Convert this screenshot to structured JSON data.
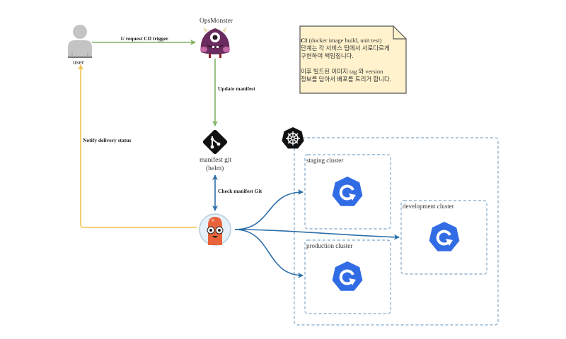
{
  "nodes": {
    "user": {
      "label": "user",
      "icon": "person-icon"
    },
    "opsmonster": {
      "label": "OpsMonster",
      "icon": "monster-icon"
    },
    "manifest_git": {
      "label_line1": "manifest git",
      "label_line2": "(helm)",
      "icon": "git-icon"
    },
    "argocd": {
      "label": "",
      "icon": "argo-icon"
    },
    "kubernetes": {
      "icon": "kubernetes-helm-icon"
    }
  },
  "edges": {
    "request_cd": "1/ request CD trigger",
    "update_manifest": "Update manifest",
    "check_manifest": "Check manifest Git",
    "notify": "Notify delivery status"
  },
  "clusters": [
    {
      "id": "staging",
      "label": "staging cluster"
    },
    {
      "id": "development",
      "label": "development cluster"
    },
    {
      "id": "production",
      "label": "production cluster"
    }
  ],
  "note": {
    "title_bold": "CI",
    "title_rest": " (docker image build, unit test)",
    "line2": "단계는 각 서비스 팀에서 서로다르게",
    "line3": "구현하여 책임집니다.",
    "line4": "이후 빌드된 이미지 tag 와 version",
    "line5": "정보를 담아서 배포를 트리거 합니다."
  },
  "colors": {
    "green_edge": "#82b366",
    "yellow_edge": "#f2c14e",
    "blue_edge": "#2d6ea8",
    "cluster_border": "#7ea6c9",
    "note_fill": "#fff2cc",
    "k8s_blue": "#326ce5"
  }
}
